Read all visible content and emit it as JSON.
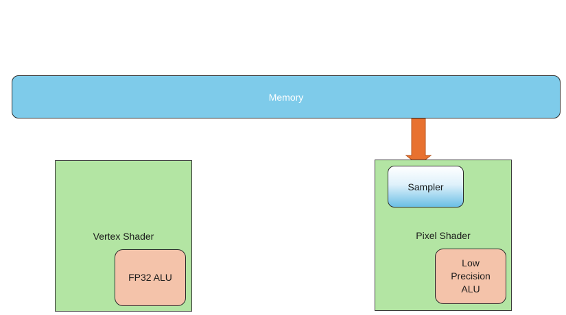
{
  "memory": {
    "label": "Memory"
  },
  "vertex_shader": {
    "label": "Vertex Shader",
    "alu_label": "FP32 ALU"
  },
  "pixel_shader": {
    "label": "Pixel Shader",
    "alu_label": "Low Precision ALU",
    "sampler_label": "Sampler"
  },
  "colors": {
    "memory_fill": "#7ecbea",
    "shader_fill": "#b3e5a3",
    "alu_fill": "#f4c3aa",
    "arrow_fill": "#e8712f"
  }
}
